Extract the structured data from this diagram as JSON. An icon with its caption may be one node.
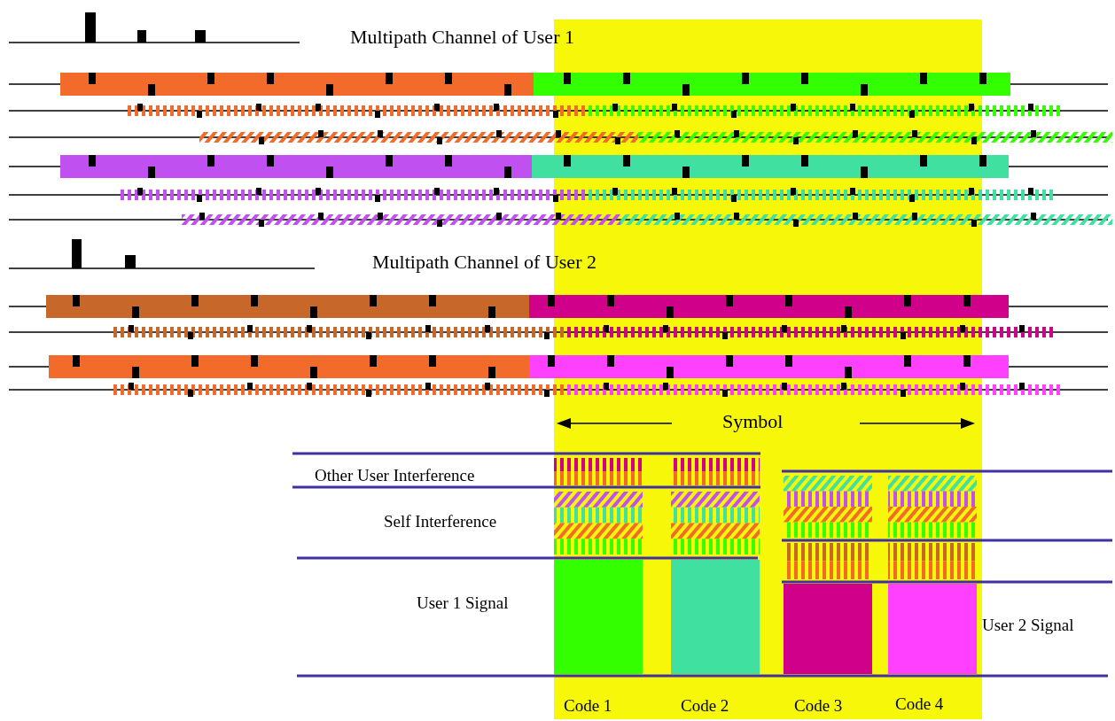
{
  "diagram": {
    "labels": [
      "Multipath Channel of User 1",
      "Multipath Channel of User 2",
      "Symbol",
      "Other User Interference",
      "Self Interference",
      "User 1 Signal",
      "User 2 Signal",
      "Code 1",
      "Code 2",
      "Code 3",
      "Code 4"
    ]
  }
}
